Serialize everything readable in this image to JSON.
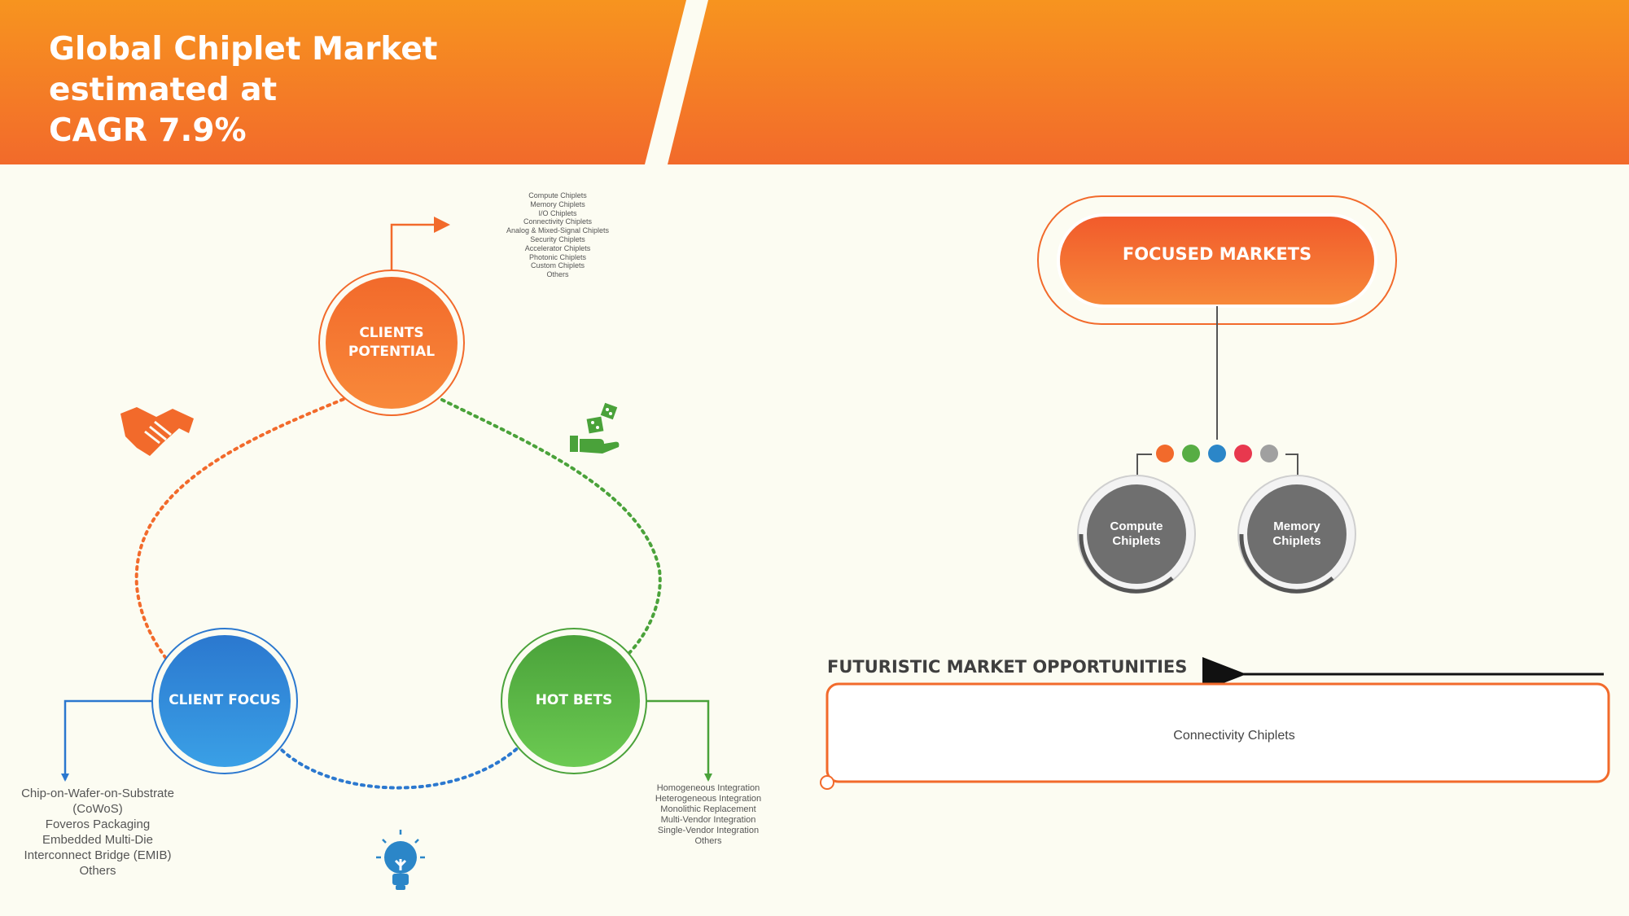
{
  "title": "Global Chiplet Market estimated at\nCAGR 7.9%",
  "cycle": {
    "clients_potential": "CLIENTS\nPOTENTIAL",
    "client_focus": "CLIENT FOCUS",
    "hot_bets": "HOT BETS"
  },
  "clients_potential_list": [
    "Compute Chiplets",
    "Memory Chiplets",
    "I/O Chiplets",
    "Connectivity Chiplets",
    "Analog & Mixed-Signal Chiplets",
    "Security Chiplets",
    "Accelerator Chiplets",
    "Photonic Chiplets",
    "Custom Chiplets",
    "Others"
  ],
  "client_focus_list": [
    "Chip-on-Wafer-on-Substrate",
    "(CoWoS)",
    "Foveros Packaging",
    "Embedded Multi-Die",
    "Interconnect Bridge (EMIB)",
    "Others"
  ],
  "hot_bets_list": [
    "Homogeneous Integration",
    "Heterogeneous Integration",
    "Monolithic Replacement",
    "Multi-Vendor Integration",
    "Single-Vendor Integration",
    "Others"
  ],
  "focused_markets": {
    "label": "FOCUSED MARKETS",
    "dot_colors": [
      "#f26a2b",
      "#57ad44",
      "#2b86c8",
      "#e8384e",
      "#a0a0a0"
    ],
    "items": [
      "Compute\nChiplets",
      "Memory\nChiplets"
    ]
  },
  "futuristic": {
    "title": "FUTURISTIC MARKET OPPORTUNITIES",
    "content": "Connectivity Chiplets"
  },
  "icons": [
    "handshake-icon",
    "dice-hand-icon",
    "lightbulb-icon"
  ],
  "colors": {
    "orange": "#f26a2b",
    "green": "#57ad44",
    "blue": "#2b86c8",
    "gray": "#6f6f6f"
  }
}
